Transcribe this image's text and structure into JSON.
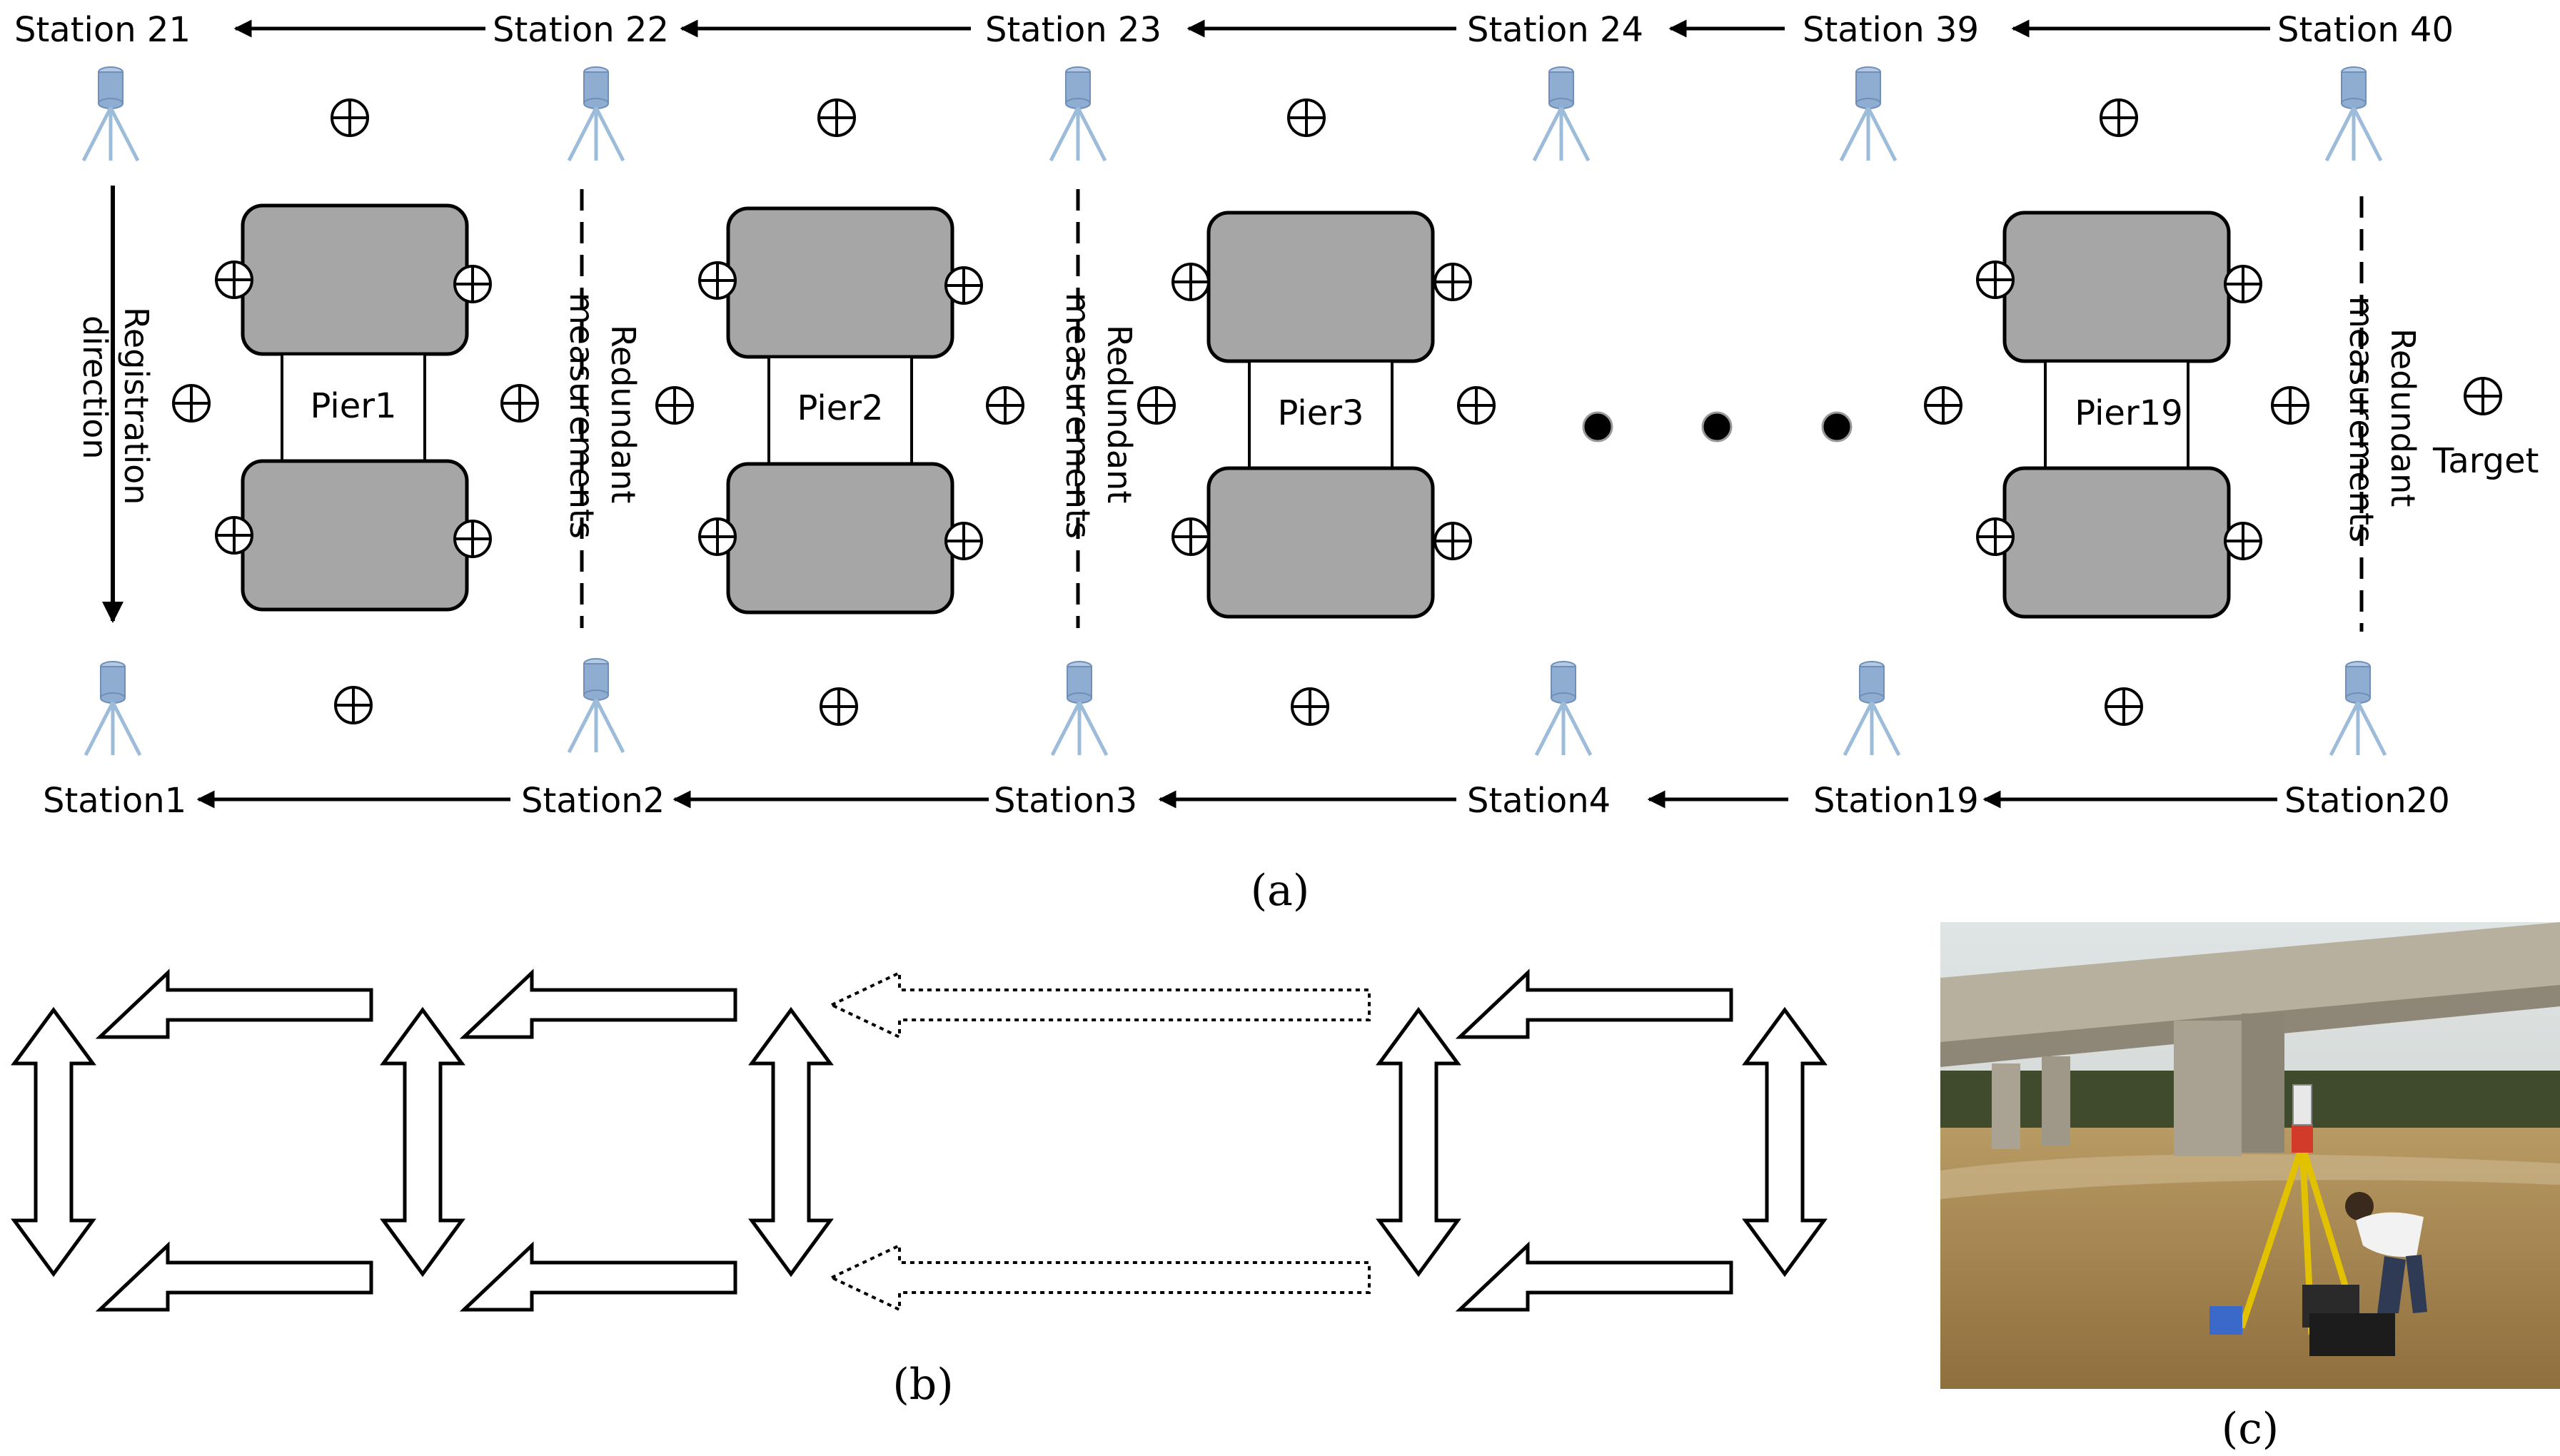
{
  "panel_a": {
    "top_stations": [
      "Station 21",
      "Station 22",
      "Station 23",
      "Station 24",
      "Station 39",
      "Station 40"
    ],
    "bottom_stations": [
      "Station1",
      "Station2",
      "Station3",
      "Station4",
      "Station19",
      "Station20"
    ],
    "piers": [
      "Pier1",
      "Pier2",
      "Pier3",
      "Pier19"
    ],
    "registration_line1": "Registration",
    "registration_line2": "direction",
    "redundant_line1": "Redundant",
    "redundant_line2": "measurements",
    "target_label": "Target",
    "caption": "(a)"
  },
  "panel_b": {
    "caption": "(b)"
  },
  "panel_c": {
    "caption": "(c)"
  },
  "colors": {
    "pier_gray": "#a6a6a6",
    "scanner_blue": "#8fadd0",
    "tripod_blue": "#9cbcd9"
  },
  "icons": [
    "scanner-tripod-icon",
    "target-crosshair-icon",
    "ellipsis-dot-icon",
    "double-arrow-icon",
    "left-arrow-icon"
  ]
}
